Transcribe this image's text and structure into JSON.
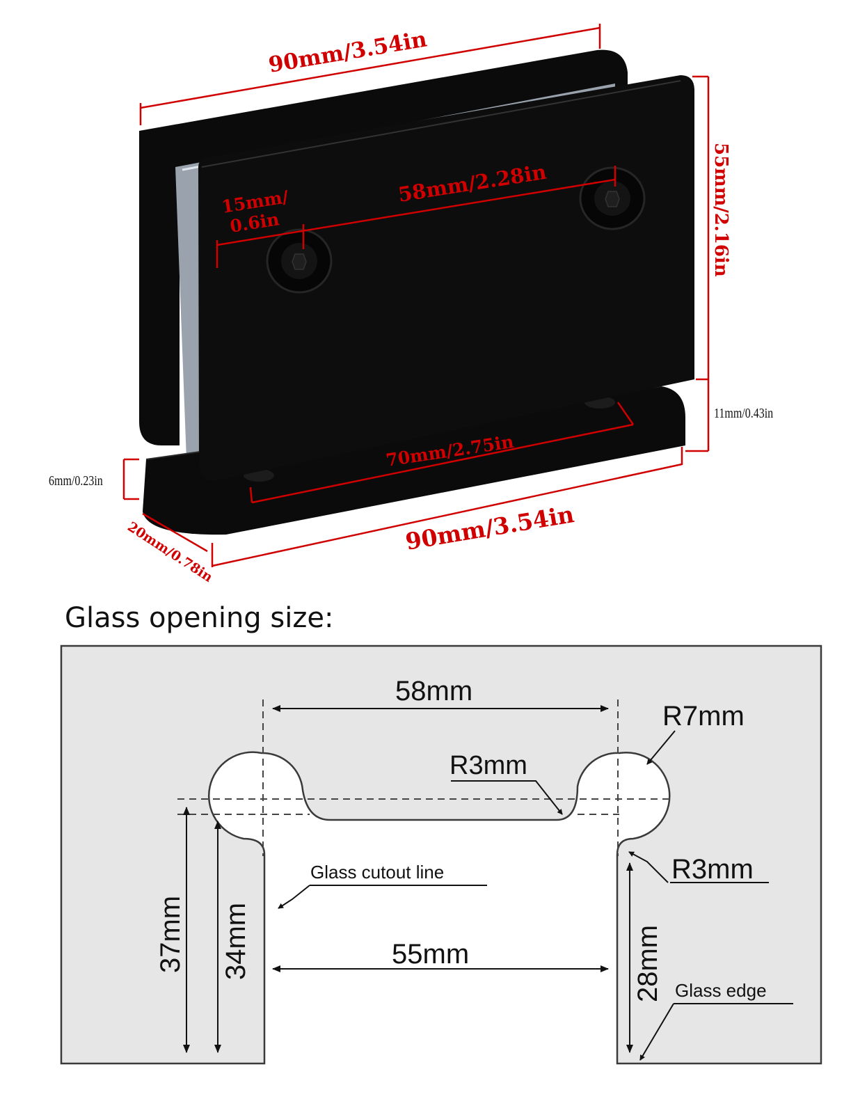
{
  "product_labels": {
    "top_width": "90mm/3.54in",
    "hole_spacing": "58mm/2.28in",
    "hole_diameter_line1": "15mm/",
    "hole_diameter_line2": "0.6in",
    "height": "55mm/2.16in",
    "base_height": "11mm/0.43in",
    "base_hole_spacing": "70mm/2.75in",
    "plate_thickness": "6mm/0.23in",
    "depth": "20mm/0.78in",
    "bottom_width": "90mm/3.54in"
  },
  "section_title": "Glass opening size:",
  "drawing_labels": {
    "hole_spacing": "58mm",
    "outer_radius": "R7mm",
    "inner_radius_top": "R3mm",
    "inner_radius_side": "R3mm",
    "cutout_line": "Glass cutout line",
    "opening_width": "55mm",
    "depth_37": "37mm",
    "depth_34": "34mm",
    "depth_28": "28mm",
    "glass_edge": "Glass edge"
  },
  "colors": {
    "dimension_red": "#d00000",
    "hinge_black": "#0b0b0b",
    "glass_fill": "#e6e6e6"
  }
}
